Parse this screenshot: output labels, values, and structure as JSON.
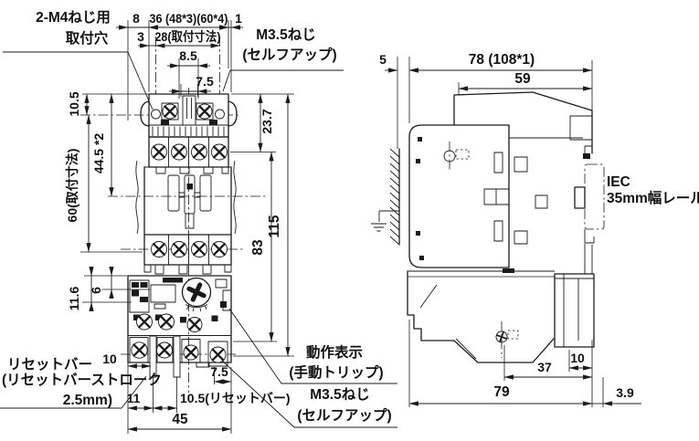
{
  "drawing_title": "contactor-with-thermal-overload-relay-dimension-drawing",
  "colors": {
    "line": "#1a1a1a",
    "background": "#ffffff"
  },
  "views": {
    "front": {
      "labels": {
        "mount_hole_1": "2-M4ねじ用",
        "mount_hole_2": "取付穴",
        "screw_top_1": "M3.5ねじ",
        "screw_top_2": "(セルフアップ)",
        "reset_1": "リセットバー",
        "reset_2": "(リセットバーストローク",
        "reset_3": "2.5mm)",
        "trip_1": "動作表示",
        "trip_2": "(手動トリップ)",
        "screw_bottom_1": "M3.5ねじ",
        "screw_bottom_2": "(セルフアップ)"
      },
      "dims": {
        "d8": "8",
        "d36": "36 (48*3)(60*4)",
        "d1": "1",
        "d3": "3",
        "d28": "28(取付寸法)",
        "d8_5": "8.5",
        "d7_5_top": "7.5",
        "d10_5": "10.5",
        "d44_5": "44.5 *2",
        "d60": "60(取付寸法)",
        "d23_7": "23.7",
        "d83": "83",
        "d115": "115",
        "d11_6": "11.6",
        "d6": "6",
        "d10": "10",
        "d11": "11",
        "d10_5_reset": "10.5(リセットバー)",
        "d45": "45",
        "d7_5_bot": "7.5"
      }
    },
    "side": {
      "labels": {
        "rail_1": "IEC",
        "rail_2": "35mm幅レール"
      },
      "dims": {
        "d5": "5",
        "d78": "78 (108*1)",
        "d59": "59",
        "d10": "10",
        "d37": "37",
        "d79": "79",
        "d3_9": "3.9"
      }
    }
  }
}
